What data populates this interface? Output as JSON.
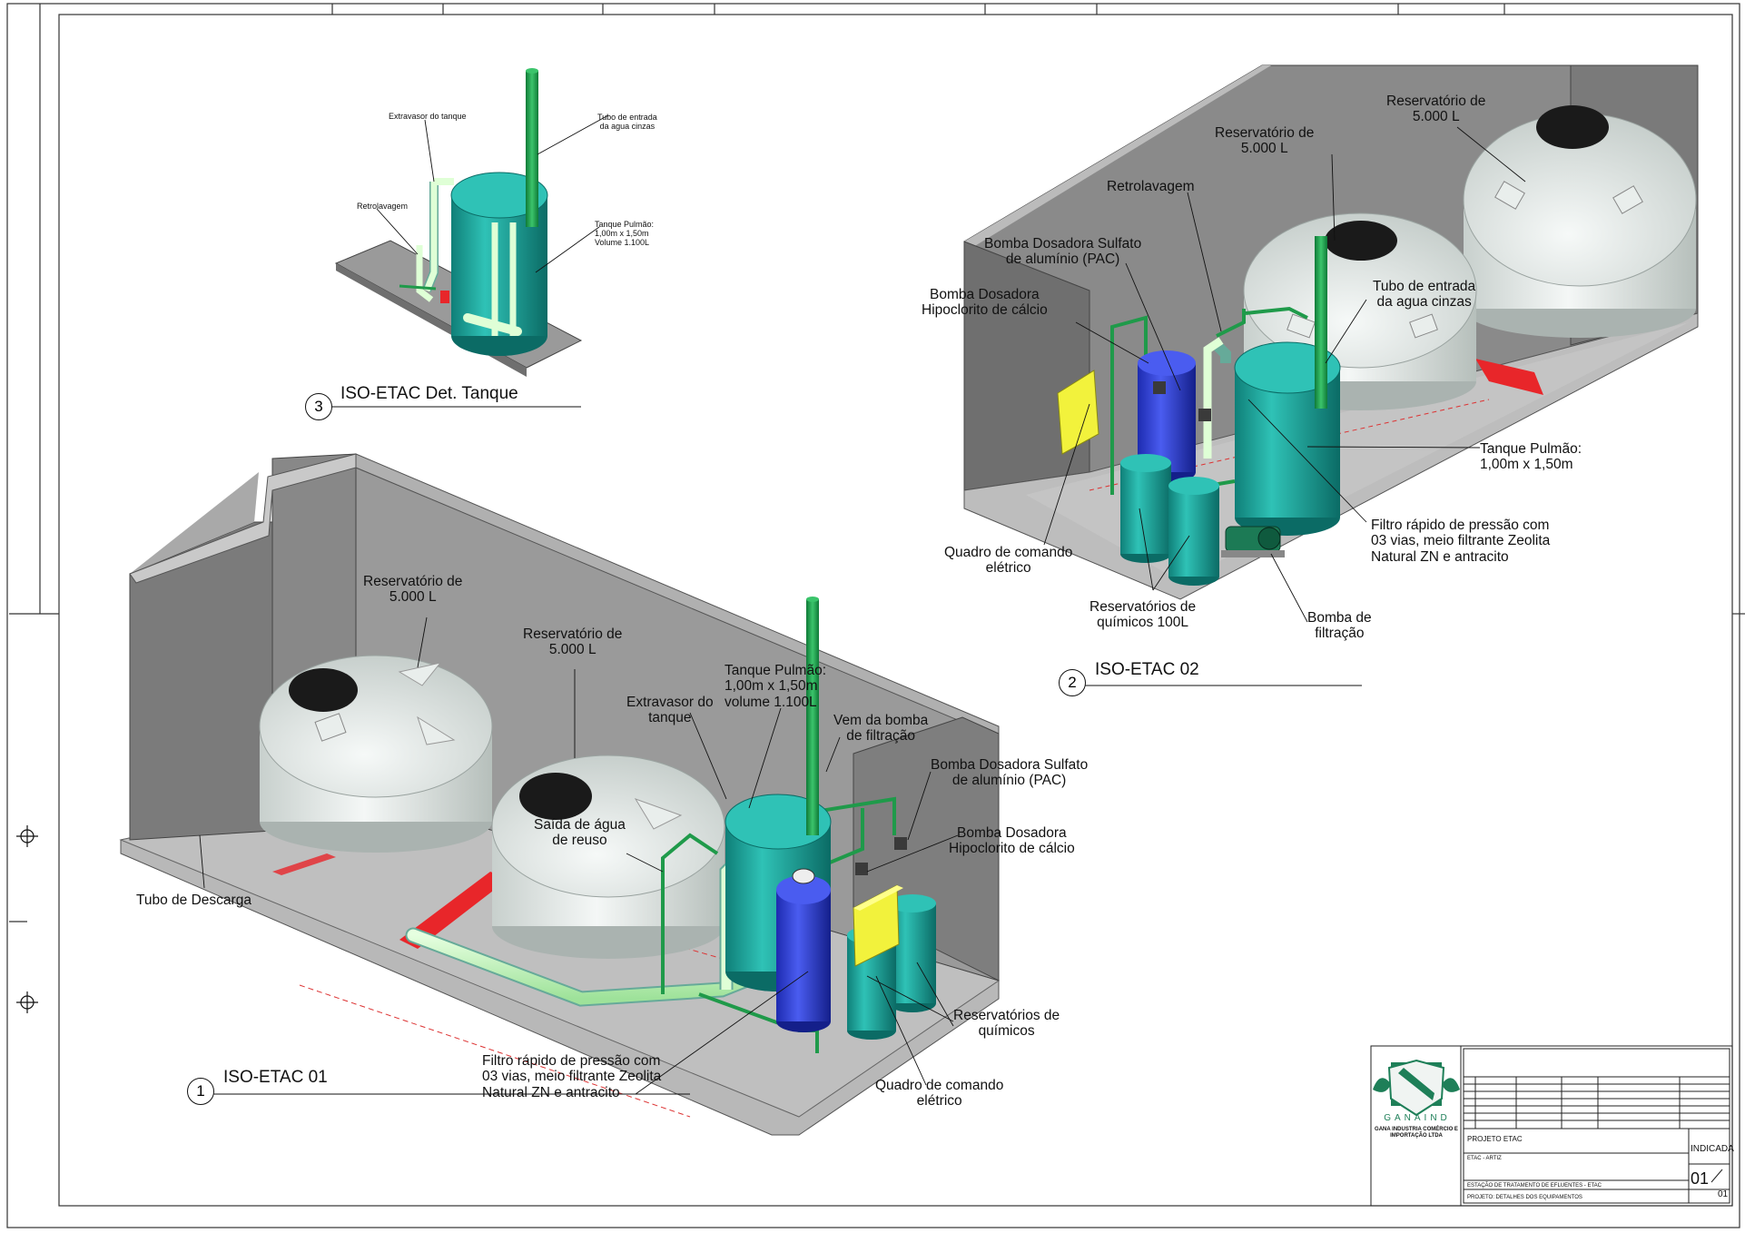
{
  "views": {
    "v1": {
      "number": "1",
      "title": "ISO-ETAC 01",
      "labels": {
        "res_a": [
          "Reservatório de",
          "5.000 L"
        ],
        "res_b": [
          "Reservatório de",
          "5.000 L"
        ],
        "tanque": [
          "Tanque Pulmão:",
          "1,00m x 1,50m",
          "volume 1.100L"
        ],
        "extravasor": [
          "Extravasor do",
          "tanque"
        ],
        "vem_bomba": [
          "Vem da bomba",
          "de filtração"
        ],
        "dos_sulfato": [
          "Bomba Dosadora Sulfato",
          "de alumínio (PAC)"
        ],
        "dos_hipo": [
          "Bomba Dosadora",
          "Hipoclorito de cálcio"
        ],
        "saida": [
          "Saída de água",
          "de reuso"
        ],
        "descarga": [
          "Tubo de Descarga"
        ],
        "reserv_quim": [
          "Reservatórios de",
          "químicos"
        ],
        "quadro": [
          "Quadro de comando",
          "elétrico"
        ],
        "filtro": [
          "Filtro rápido de pressão com",
          "03 vias, meio filtrante Zeolita",
          "Natural ZN e antracito"
        ]
      }
    },
    "v2": {
      "number": "2",
      "title": "ISO-ETAC 02",
      "labels": {
        "res_a": [
          "Reservatório de",
          "5.000 L"
        ],
        "res_b": [
          "Reservatório de",
          "5.000 L"
        ],
        "retro": [
          "Retrolavagem"
        ],
        "dos_sulfato": [
          "Bomba Dosadora Sulfato",
          "de alumínio (PAC)"
        ],
        "dos_hipo": [
          "Bomba Dosadora",
          "Hipoclorito de cálcio"
        ],
        "tubo": [
          "Tubo de entrada",
          "da agua cinzas"
        ],
        "tanque": [
          "Tanque Pulmão:",
          "1,00m x 1,50m"
        ],
        "filtro": [
          "Filtro rápido de pressão com",
          "03 vias, meio filtrante Zeolita",
          "Natural ZN e antracito"
        ],
        "quadro": [
          "Quadro de comando",
          "elétrico"
        ],
        "reserv_quim": [
          "Reservatórios de",
          "químicos 100L"
        ],
        "bomba": [
          "Bomba de",
          "filtração"
        ]
      }
    },
    "v3": {
      "number": "3",
      "title": "ISO-ETAC Det. Tanque",
      "labels": {
        "extravasor": [
          "Extravasor do tanque"
        ],
        "tubo": [
          "Tubo de entrada",
          "da agua cinzas"
        ],
        "retro": [
          "Retrolavagem"
        ],
        "tanque": [
          "Tanque Pulmão:",
          "1,00m x 1,50m",
          "Volume 1.100L"
        ]
      }
    }
  },
  "title_block": {
    "company_logo_text": "GANAIND",
    "company_name": [
      "GANA INDUSTRIA COMÉRCIO E",
      "IMPORTAÇÃO LTDA"
    ],
    "project": "PROJETO ETAC",
    "client": "ETAC - ARTIZ",
    "scale": "INDICADA",
    "description": "ESTAÇÃO DE TRATAMENTO DE EFLUENTES - ETAC",
    "drawing": "PROJETO: DETALHES DOS EQUIPAMENTOS",
    "sheet": "01",
    "total": "01"
  },
  "colors": {
    "teal": "#17a39a",
    "blue": "#2a3fd6",
    "green_pipe": "#1f9a4a",
    "light_pipe": "#c9f5c0",
    "wall": "#8c8c8c",
    "floor": "#bdbdbd",
    "tank_white": "#e6ece9",
    "red_marking": "#e8262a",
    "panel_yellow": "#f2f23c"
  }
}
